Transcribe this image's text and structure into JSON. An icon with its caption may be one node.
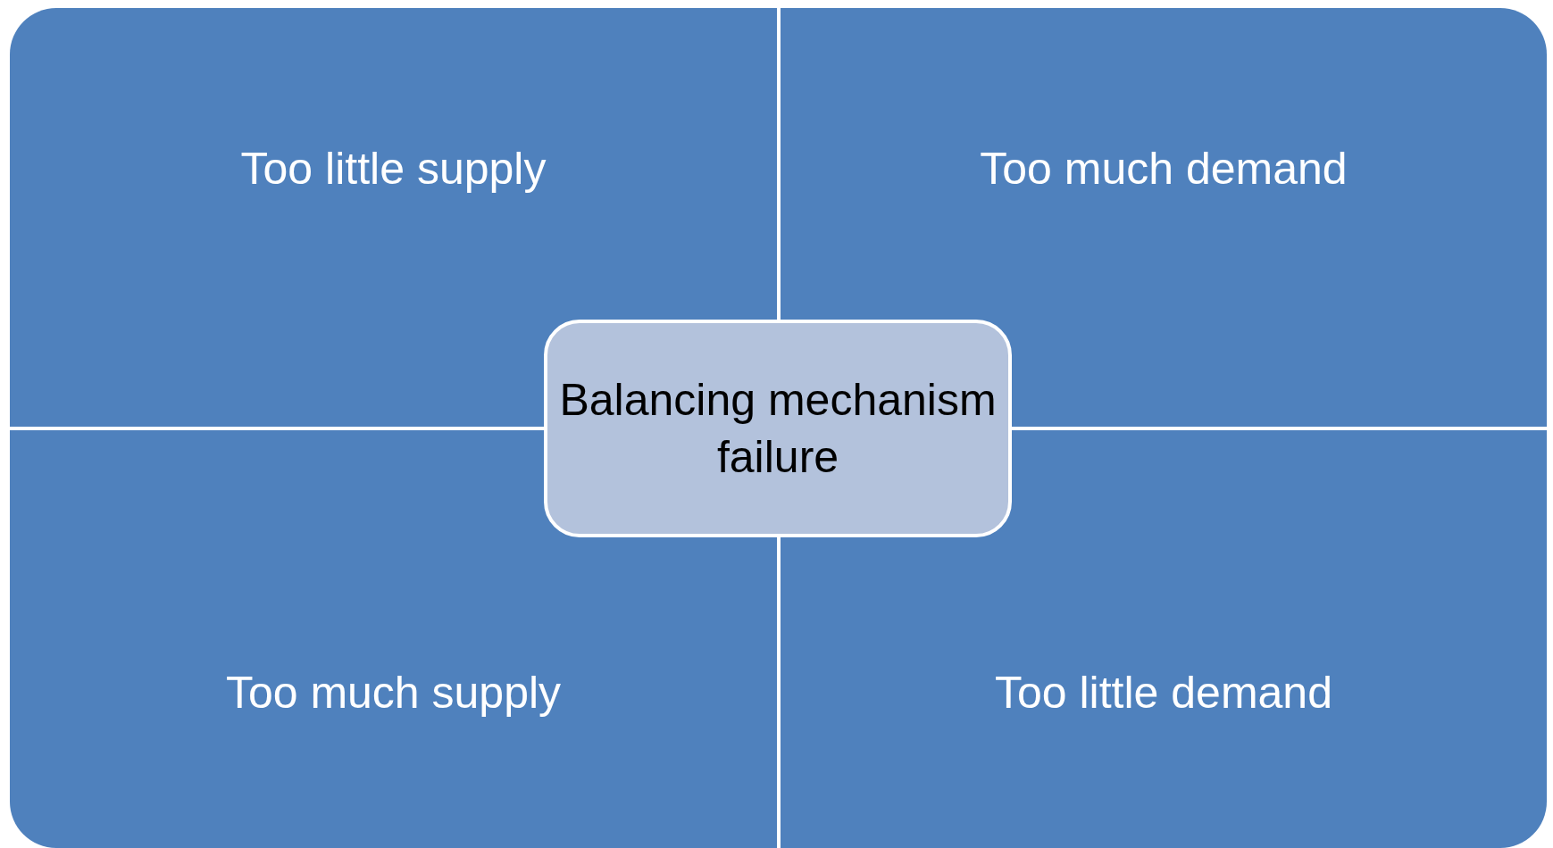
{
  "diagram": {
    "nodes": [
      {
        "text": [
          "Too little supply"
        ]
      },
      {
        "text": [
          "Too much demand"
        ]
      },
      {
        "text": [
          "Balancing mechanism failure"
        ]
      },
      {
        "text": [
          "Too much supply"
        ]
      },
      {
        "text": [
          "Too little demand"
        ]
      }
    ]
  }
}
